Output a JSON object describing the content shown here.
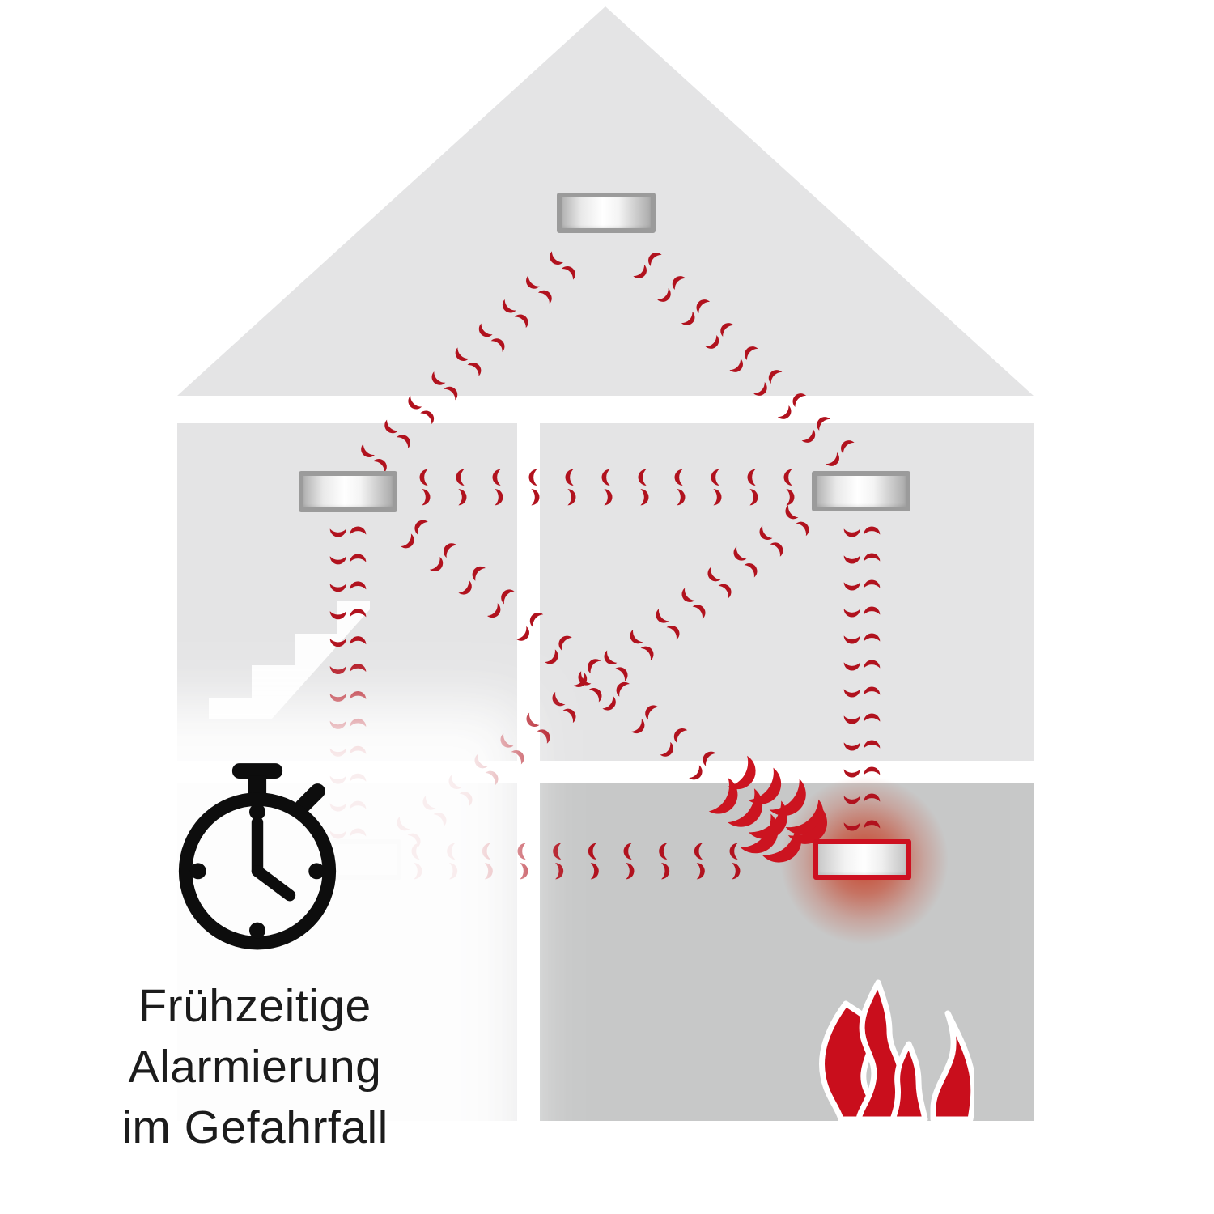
{
  "caption": {
    "line1": "Frühzeitige",
    "line2": "Alarmierung",
    "line3": "im Gefahrfall"
  },
  "colors": {
    "signal_red": "#b1121e",
    "bright_red": "#cc1420",
    "alert_red": "#cd1020",
    "fire_red": "#c90e1c",
    "glow_red": "#c63e24",
    "room_light": "#e4e4e5",
    "room_dark": "#c7c8c8",
    "frame_gray": "#9b9b9b",
    "text_dark": "#1c1c1c"
  },
  "icons": {
    "stopwatch": "stopwatch-icon",
    "fire": "fire-icon",
    "signal_waves": "radio-wave-crescents",
    "detector": "smoke-detector"
  },
  "detectors": [
    {
      "id": "attic",
      "status": "normal"
    },
    {
      "id": "upper-left",
      "status": "normal"
    },
    {
      "id": "upper-right",
      "status": "normal"
    },
    {
      "id": "hallway",
      "status": "faded"
    },
    {
      "id": "ground-right",
      "status": "alarm"
    }
  ]
}
